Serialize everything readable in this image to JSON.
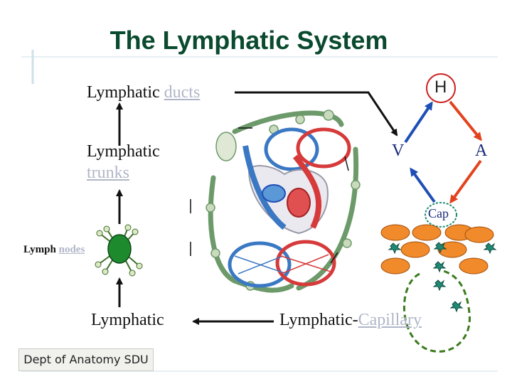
{
  "title": "The Lymphatic System",
  "labels": {
    "ducts_word": "Lymphatic",
    "ducts_link": "ducts",
    "trunks_word": "Lymphatic",
    "trunks_link": "trunks",
    "nodes_word": "Lymph",
    "nodes_link": "nodes",
    "lymphatic": "Lymphatic",
    "capillary_word": "Lymphatic-",
    "capillary_link": "Capillary"
  },
  "circulation": {
    "heart": "H",
    "vein": "V",
    "artery": "A",
    "capillary": "Cap"
  },
  "footer": "Dept of Anatomy SDU",
  "colors": {
    "title": "#0a4a2e",
    "link": "#b0b6c8",
    "vein_arrow": "#1f4fb5",
    "artery_arrow": "#e2431f",
    "heart_ring": "#cc2222",
    "cell": "#f08a2a",
    "lymph_cell": "#1f8a74",
    "capillary_loop": "#3b7a1e"
  }
}
